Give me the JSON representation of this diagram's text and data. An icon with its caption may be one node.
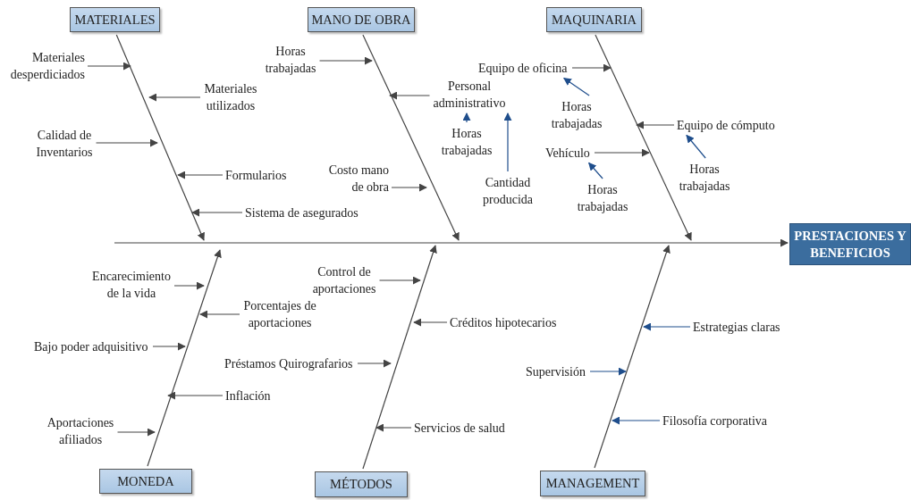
{
  "diagram": {
    "nodes": [
      {
        "text": [
          "MATERIALES"
        ]
      },
      {
        "text": [
          "Materiales desperdiciados"
        ]
      },
      {
        "text": [
          "Materiales utilizados"
        ]
      },
      {
        "text": [
          "Calidad de Inventarios"
        ]
      },
      {
        "text": [
          "Formularios"
        ]
      },
      {
        "text": [
          "Sistema de asegurados"
        ]
      },
      {
        "text": [
          "MANO DE OBRA"
        ]
      },
      {
        "text": [
          "Horas trabajadas"
        ]
      },
      {
        "text": [
          "Personal administrativo"
        ]
      },
      {
        "text": [
          "Horas trabajadas"
        ]
      },
      {
        "text": [
          "Cantidad producida"
        ]
      },
      {
        "text": [
          "Costo mano de obra"
        ]
      },
      {
        "text": [
          "MAQUINARIA"
        ]
      },
      {
        "text": [
          "Equipo de oficina"
        ]
      },
      {
        "text": [
          "Horas trabajadas"
        ]
      },
      {
        "text": [
          "Equipo de cómputo"
        ]
      },
      {
        "text": [
          "Horas trabajadas"
        ]
      },
      {
        "text": [
          "Vehículo"
        ]
      },
      {
        "text": [
          "Horas trabajadas"
        ]
      },
      {
        "text": [
          "PRESTACIONES Y BENEFICIOS"
        ]
      },
      {
        "text": [
          "MONEDA"
        ]
      },
      {
        "text": [
          "Encarecimiento de la vida"
        ]
      },
      {
        "text": [
          "Porcentajes de aportaciones"
        ]
      },
      {
        "text": [
          "Bajo poder adquisitivo"
        ]
      },
      {
        "text": [
          "Inflación"
        ]
      },
      {
        "text": [
          "Aportaciones afiliados"
        ]
      },
      {
        "text": [
          "MÉTODOS"
        ]
      },
      {
        "text": [
          "Control de aportaciones"
        ]
      },
      {
        "text": [
          "Créditos hipotecarios"
        ]
      },
      {
        "text": [
          "Préstamos Quirografarios"
        ]
      },
      {
        "text": [
          "Servicios de salud"
        ]
      },
      {
        "text": [
          "MANAGEMENT"
        ]
      },
      {
        "text": [
          "Estrategias claras"
        ]
      },
      {
        "text": [
          "Supervisión"
        ]
      },
      {
        "text": [
          "Filosofía corporativa"
        ]
      }
    ],
    "edges": [
      {
        "from": null,
        "to": 19,
        "arrow": "to"
      },
      {
        "from": 0,
        "to": null,
        "arrow": "to"
      },
      {
        "from": 6,
        "to": null,
        "arrow": "to"
      },
      {
        "from": 12,
        "to": null,
        "arrow": "to"
      },
      {
        "from": 20,
        "to": null,
        "arrow": "to"
      },
      {
        "from": 26,
        "to": null,
        "arrow": "to"
      },
      {
        "from": 31,
        "to": null,
        "arrow": "to"
      },
      {
        "from": 1,
        "to": null,
        "arrow": "to"
      },
      {
        "from": 2,
        "to": null,
        "arrow": "to"
      },
      {
        "from": 3,
        "to": null,
        "arrow": "to"
      },
      {
        "from": 4,
        "to": null,
        "arrow": "to"
      },
      {
        "from": 5,
        "to": null,
        "arrow": "to"
      },
      {
        "from": 7,
        "to": null,
        "arrow": "to"
      },
      {
        "from": 8,
        "to": null,
        "arrow": "to"
      },
      {
        "from": 9,
        "to": 8,
        "arrow": "to",
        "color": "#1f4e8c"
      },
      {
        "from": 10,
        "to": 8,
        "arrow": "to",
        "color": "#1f4e8c"
      },
      {
        "from": 11,
        "to": null,
        "arrow": "to"
      },
      {
        "from": 13,
        "to": null,
        "arrow": "to"
      },
      {
        "from": 14,
        "to": 13,
        "arrow": "to",
        "color": "#1f4e8c"
      },
      {
        "from": 15,
        "to": null,
        "arrow": "to"
      },
      {
        "from": 16,
        "to": 15,
        "arrow": "to",
        "color": "#1f4e8c"
      },
      {
        "from": 17,
        "to": null,
        "arrow": "to"
      },
      {
        "from": 18,
        "to": 17,
        "arrow": "to",
        "color": "#1f4e8c"
      },
      {
        "from": 21,
        "to": null,
        "arrow": "to"
      },
      {
        "from": 22,
        "to": null,
        "arrow": "to"
      },
      {
        "from": 23,
        "to": null,
        "arrow": "to"
      },
      {
        "from": 24,
        "to": null,
        "arrow": "to"
      },
      {
        "from": 25,
        "to": null,
        "arrow": "to"
      },
      {
        "from": 27,
        "to": null,
        "arrow": "to"
      },
      {
        "from": 28,
        "to": null,
        "arrow": "to"
      },
      {
        "from": 29,
        "to": null,
        "arrow": "to"
      },
      {
        "from": 30,
        "to": null,
        "arrow": "to"
      },
      {
        "from": 32,
        "to": null,
        "arrow": "to",
        "color": "#1f4e8c"
      },
      {
        "from": 33,
        "to": null,
        "arrow": "to",
        "color": "#1f4e8c"
      },
      {
        "from": 34,
        "to": null,
        "arrow": "to",
        "color": "#1f4e8c"
      }
    ]
  }
}
